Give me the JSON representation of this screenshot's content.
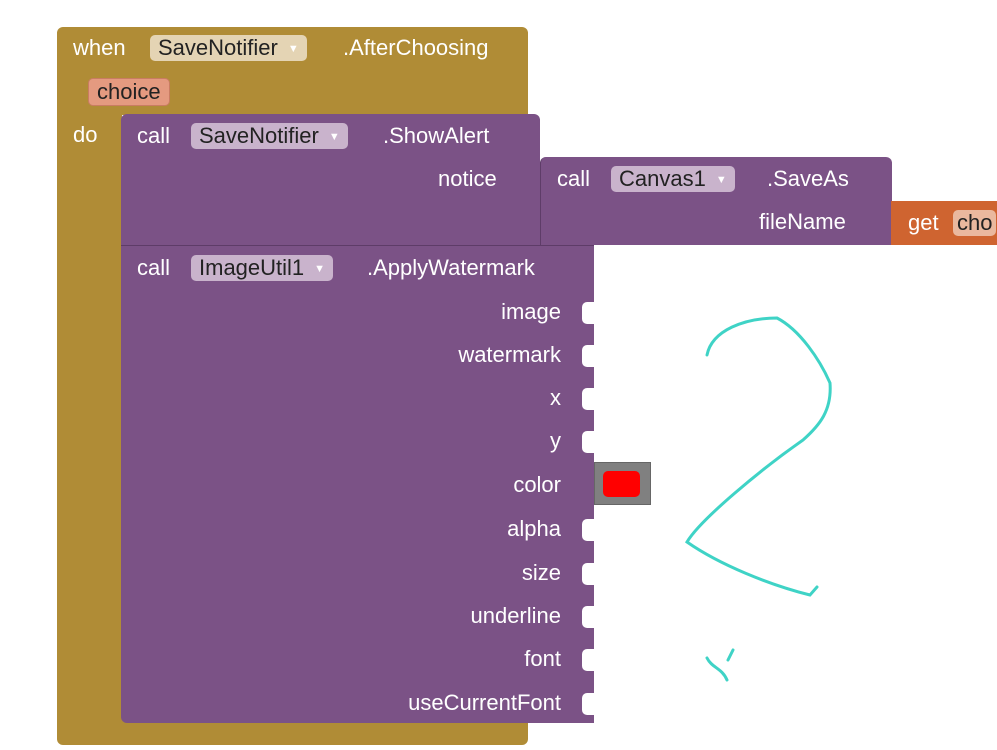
{
  "event_block": {
    "when_label": "when",
    "component": "SaveNotifier",
    "event": ".AfterChoosing",
    "param": "choice",
    "do_label": "do",
    "color": "#b08c36"
  },
  "show_alert": {
    "call_label": "call",
    "component": "SaveNotifier",
    "method": ".ShowAlert",
    "arg": "notice",
    "color": "#7b5286"
  },
  "save_as": {
    "call_label": "call",
    "component": "Canvas1",
    "method": ".SaveAs",
    "arg": "fileName"
  },
  "get_block": {
    "get_label": "get",
    "var": "cho",
    "color": "#cf6430"
  },
  "apply_watermark": {
    "call_label": "call",
    "component": "ImageUtil1",
    "method": ".ApplyWatermark",
    "args": [
      "image",
      "watermark",
      "x",
      "y",
      "color",
      "alpha",
      "size",
      "underline",
      "font",
      "useCurrentFont"
    ]
  },
  "color_block": {
    "value": "#ff0000"
  },
  "drawing": {
    "color": "#3fd3c6"
  }
}
